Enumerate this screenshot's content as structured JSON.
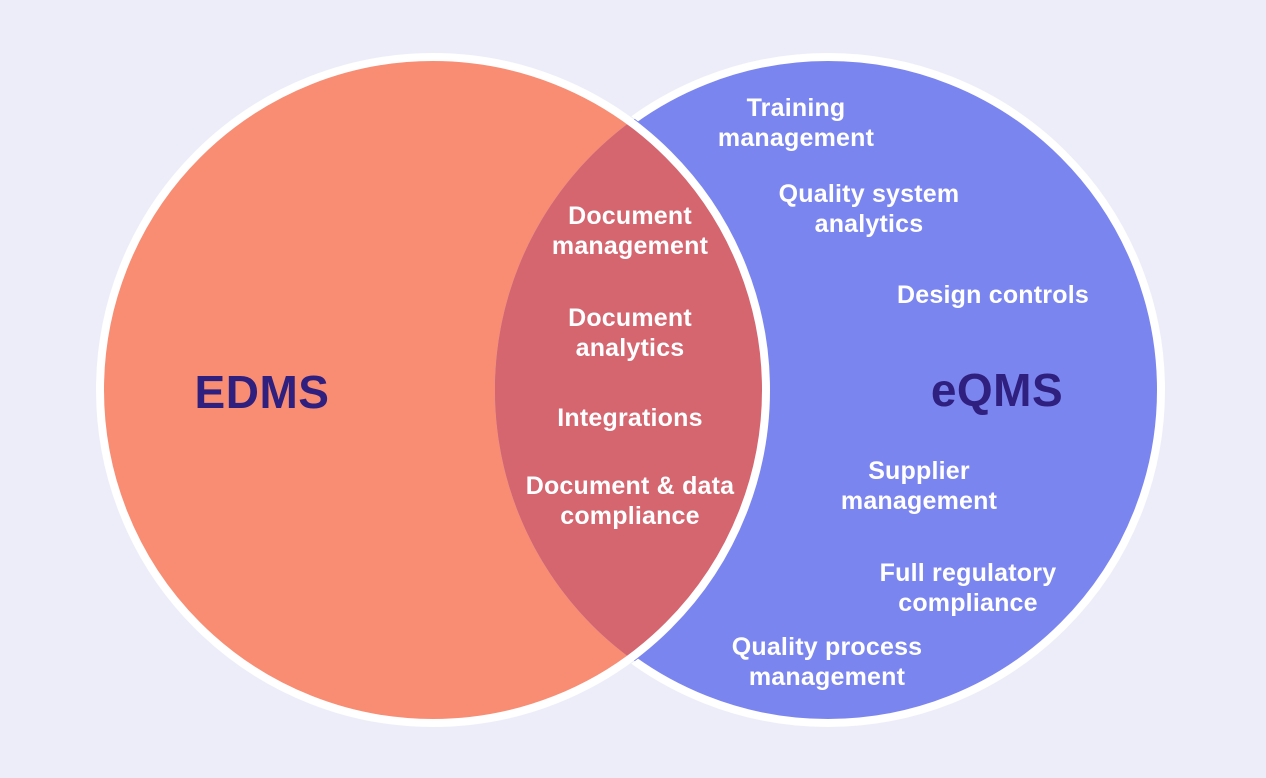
{
  "diagram_type": "venn",
  "colors": {
    "background": "#ECEDF9",
    "edms_circle_fill": "#F88D73",
    "eqms_circle_fill": "#7B85EF",
    "overlap_fill": "#D5656F",
    "circle_outline": "#FFFFFF",
    "title_text": "#2F1F7F",
    "item_text": "#FFFFFF"
  },
  "venn": {
    "left_circle": {
      "title": "EDMS",
      "items": []
    },
    "right_circle": {
      "title": "eQMS",
      "items": [
        "Training\nmanagement",
        "Quality system\nanalytics",
        "Design controls",
        "Supplier\nmanagement",
        "Full regulatory\ncompliance",
        "Quality process\nmanagement"
      ]
    },
    "overlap": {
      "items": [
        "Document\nmanagement",
        "Document\nanalytics",
        "Integrations",
        "Document & data\ncompliance"
      ]
    }
  }
}
